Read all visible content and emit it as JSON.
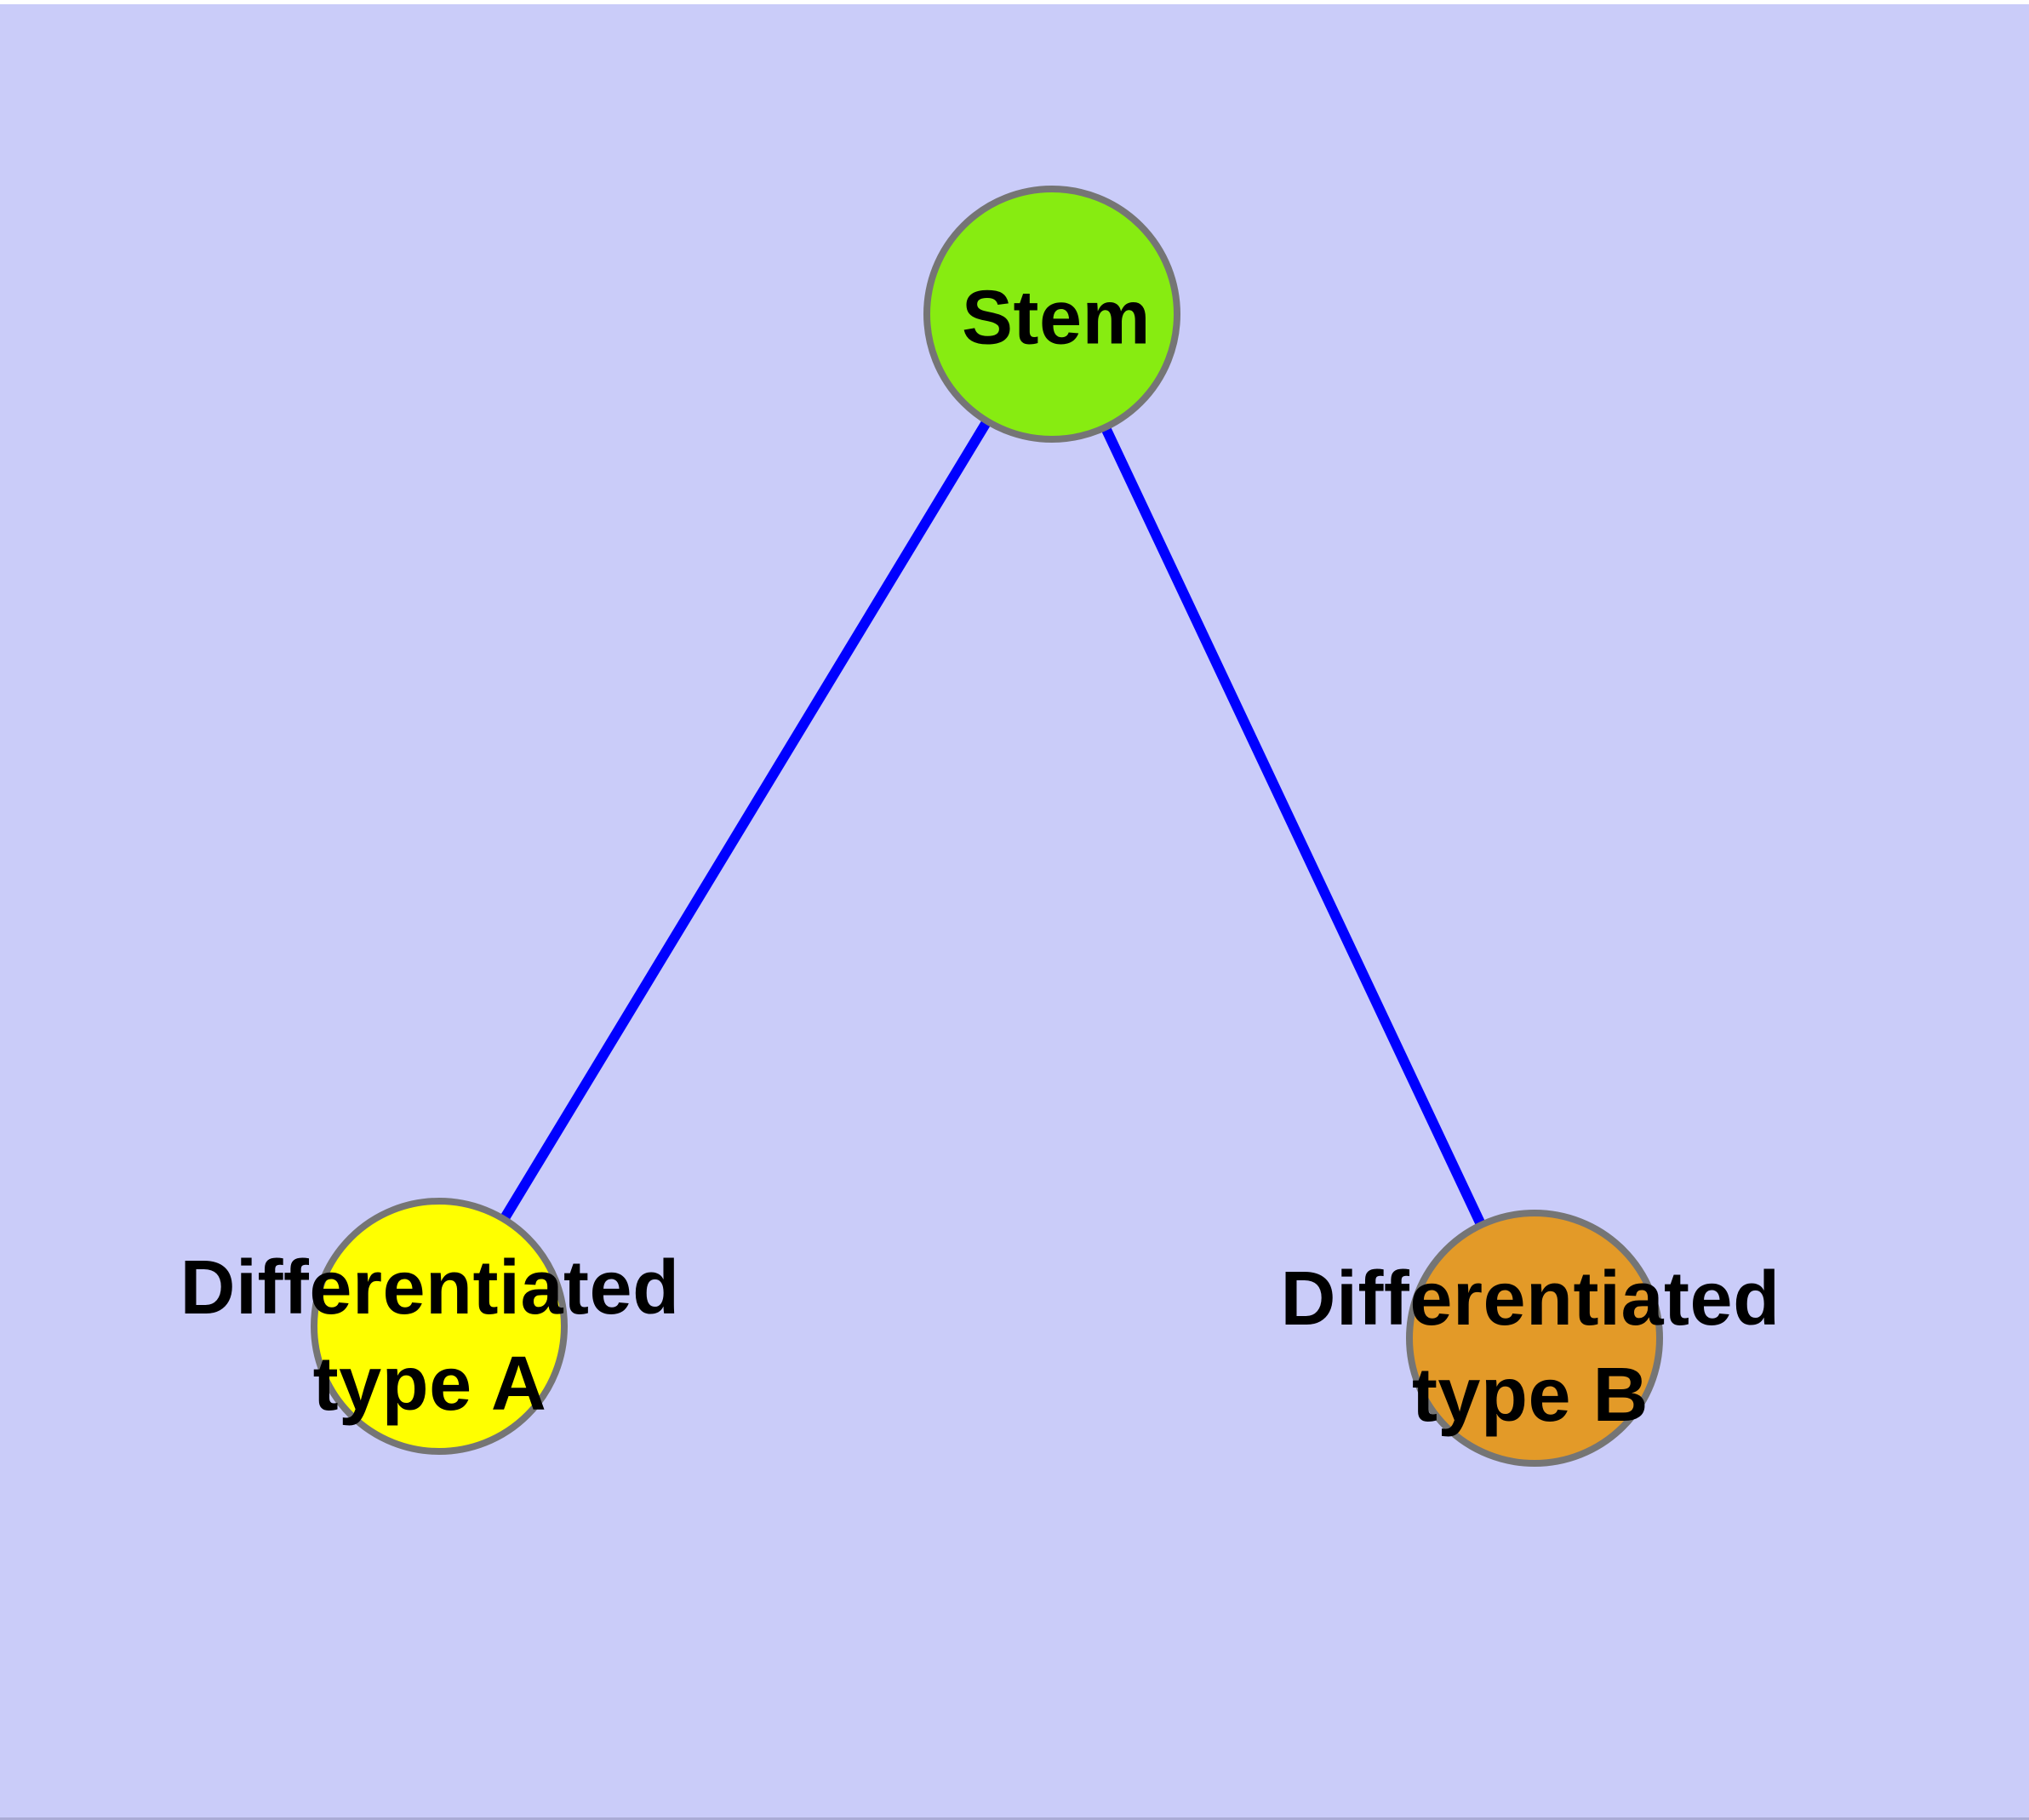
{
  "diagram": {
    "type": "node-link-graph",
    "background_color": "#CACCF9",
    "edge_color": "#0000FF",
    "node_border_color": "#757575",
    "label_color": "#000000",
    "nodes": [
      {
        "id": "stem",
        "label": "Stem",
        "color": "#87EC11"
      },
      {
        "id": "type-a",
        "label": "Differentiated\ntype A",
        "color": "#FFFF00"
      },
      {
        "id": "type-b",
        "label": "Differentiated\ntype B",
        "color": "#E39A28"
      }
    ],
    "edges": [
      {
        "from": "stem",
        "to": "type-a"
      },
      {
        "from": "stem",
        "to": "type-b"
      }
    ]
  }
}
